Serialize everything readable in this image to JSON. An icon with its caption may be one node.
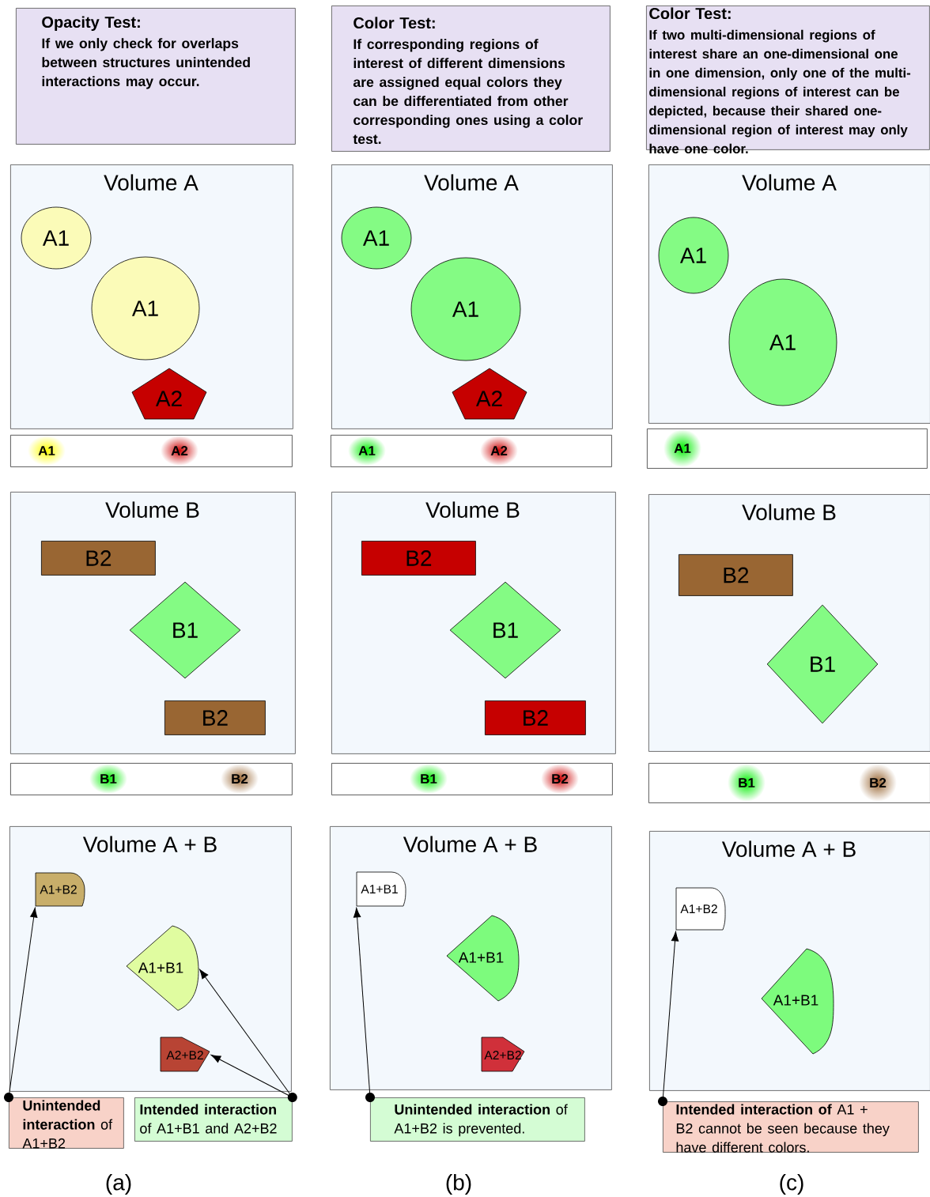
{
  "diagram": {
    "nodes": [
      {
        "text": [
          "Opacity Test:",
          "If we only check for overlaps between structures unintended interactions may occur."
        ]
      },
      {
        "text": [
          "Color Test:",
          "If corresponding regions of interest of different dimensions are assigned equal colors they can be differentiated from other corresponding ones using a color test."
        ]
      },
      {
        "text": [
          "Color Test:",
          "If two multi-dimensional regions of interest share an one-dimensional one in one dimension, only one of the multi-dimensional regions of interest can be depicted, because their shared one-dimensional region of interest may only have one color."
        ]
      },
      {
        "text": [
          "Volume A"
        ]
      },
      {
        "text": [
          "A1"
        ],
        "in": 3
      },
      {
        "text": [
          "A1"
        ],
        "in": 3
      },
      {
        "text": [
          "A2"
        ],
        "in": 3
      },
      {
        "text": [
          "Volume A"
        ]
      },
      {
        "text": [
          "A1"
        ],
        "in": 7
      },
      {
        "text": [
          "A1"
        ],
        "in": 7
      },
      {
        "text": [
          "A2"
        ],
        "in": 7
      },
      {
        "text": [
          "Volume A"
        ]
      },
      {
        "text": [
          "A1"
        ],
        "in": 11
      },
      {
        "text": [
          "A1"
        ],
        "in": 11
      },
      {
        "text": [
          "A1",
          "A2"
        ]
      },
      {
        "text": [
          "A1",
          "A2"
        ]
      },
      {
        "text": [
          "A1"
        ]
      },
      {
        "text": [
          "Volume B"
        ]
      },
      {
        "text": [
          "B2"
        ],
        "in": 17
      },
      {
        "text": [
          "B1"
        ],
        "in": 17
      },
      {
        "text": [
          "B2"
        ],
        "in": 17
      },
      {
        "text": [
          "Volume B"
        ]
      },
      {
        "text": [
          "B2"
        ],
        "in": 21
      },
      {
        "text": [
          "B1"
        ],
        "in": 21
      },
      {
        "text": [
          "B2"
        ],
        "in": 21
      },
      {
        "text": [
          "Volume B"
        ]
      },
      {
        "text": [
          "B2"
        ],
        "in": 25
      },
      {
        "text": [
          "B1"
        ],
        "in": 25
      },
      {
        "text": [
          "B1",
          "B2"
        ]
      },
      {
        "text": [
          "B1",
          "B2"
        ]
      },
      {
        "text": [
          "B1",
          "B2"
        ]
      },
      {
        "text": [
          "Volume A + B"
        ]
      },
      {
        "text": [
          "A1+B2"
        ],
        "in": 31
      },
      {
        "text": [
          "A1+B1"
        ],
        "in": 31
      },
      {
        "text": [
          "A2+B2"
        ],
        "in": 31
      },
      {
        "text": [
          "Volume A + B"
        ]
      },
      {
        "text": [
          "A1+B1"
        ],
        "in": 35
      },
      {
        "text": [
          "A1+B1"
        ],
        "in": 35
      },
      {
        "text": [
          "A2+B2"
        ],
        "in": 35
      },
      {
        "text": [
          "Volume A + B"
        ]
      },
      {
        "text": [
          "A1+B2"
        ],
        "in": 39
      },
      {
        "text": [
          "A1+B1"
        ],
        "in": 39
      },
      {
        "text": [
          "**Unintended interaction** of A1+B2"
        ]
      },
      {
        "text": [
          "**Intended interaction** of A1+B1 and A2+B2"
        ]
      },
      {
        "text": [
          "**Unintended interaction** of A1+B2 is prevented."
        ]
      },
      {
        "text": [
          "**Intended interaction of** A1 + B2 cannot be seen because they have different colors."
        ]
      }
    ],
    "edges": [
      {
        "from": 42,
        "to": 32,
        "arrow": "to"
      },
      {
        "from": 43,
        "to": 33,
        "arrow": "to"
      },
      {
        "from": 43,
        "to": 34,
        "arrow": "to"
      },
      {
        "from": 44,
        "to": 36,
        "arrow": "to"
      },
      {
        "from": 45,
        "to": 40,
        "arrow": "to"
      }
    ],
    "labels": [
      "(a)",
      "(b)",
      "(c)"
    ]
  }
}
